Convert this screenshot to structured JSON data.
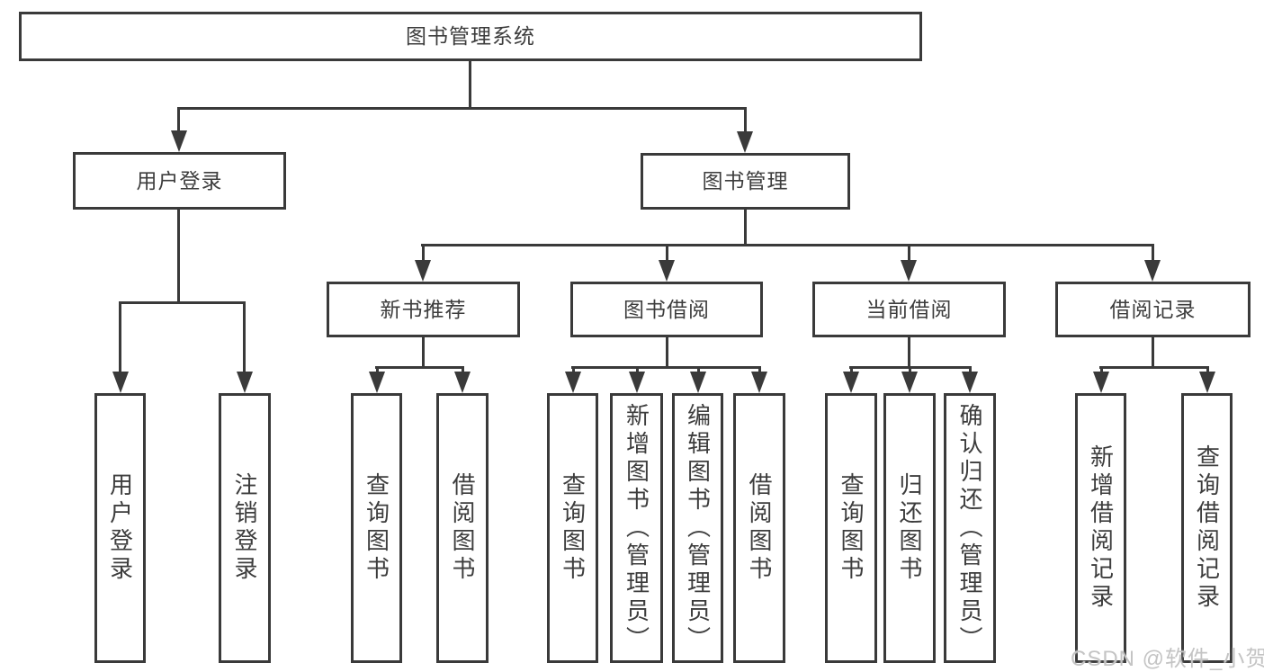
{
  "diagram": {
    "root": {
      "label": "图书管理系统"
    },
    "branches": [
      {
        "label": "用户登录",
        "children": [
          {
            "label": "用户登录"
          },
          {
            "label": "注销登录"
          }
        ]
      },
      {
        "label": "图书管理",
        "children": [
          {
            "label": "新书推荐",
            "children": [
              {
                "label": "查询图书"
              },
              {
                "label": "借阅图书"
              }
            ]
          },
          {
            "label": "图书借阅",
            "children": [
              {
                "label": "查询图书"
              },
              {
                "label": "新增图书（管理员）"
              },
              {
                "label": "编辑图书（管理员）"
              },
              {
                "label": "借阅图书"
              }
            ]
          },
          {
            "label": "当前借阅",
            "children": [
              {
                "label": "查询图书"
              },
              {
                "label": "归还图书"
              },
              {
                "label": "确认归还（管理员）"
              }
            ]
          },
          {
            "label": "借阅记录",
            "children": [
              {
                "label": "新增借阅记录"
              },
              {
                "label": "查询借阅记录"
              }
            ]
          }
        ]
      }
    ]
  },
  "watermark": {
    "text": "CSDN @软件_小贺同学"
  },
  "colors": {
    "line": "#3a3a3a",
    "text": "#3d3d3d",
    "background": "#ffffff",
    "watermark": "#c4c4c4"
  }
}
